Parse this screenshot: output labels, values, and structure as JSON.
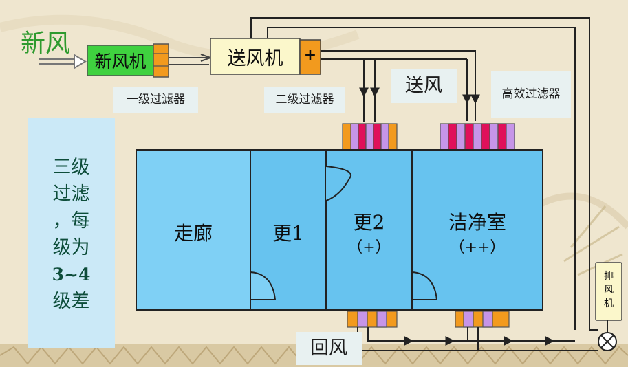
{
  "colors": {
    "background": "#efe6cf",
    "room_fill": "#67c3ef",
    "corridor_fill": "#7fd0f5",
    "fresh_unit": "#3fd13f",
    "orange": "#f29a1e",
    "filter_red": "#e0105a",
    "filter_purple": "#c695e8",
    "info_box": "#cbe9f7",
    "fresh_text": "#2e9a2e"
  },
  "labels": {
    "fresh_air": "新风",
    "fresh_air_unit": "新风机",
    "supply_fan": "送风机",
    "plus_sign": "+",
    "primary_filter": "一级过滤器",
    "secondary_filter": "二级过滤器",
    "supply_air": "送风",
    "hepa_filter": "高效过滤器",
    "return_air": "回风",
    "exhaust_fan": "排风机"
  },
  "info_box": {
    "text": "三级过滤，每级为3~4级差",
    "lines": [
      "三级",
      "过滤",
      "，每",
      "级为",
      "3~4",
      "级差"
    ]
  },
  "rooms": {
    "corridor": "走廊",
    "change1": "更1",
    "change2": "更2",
    "change2_pressure": "（+）",
    "cleanroom": "洁净室",
    "cleanroom_pressure": "（++）"
  }
}
